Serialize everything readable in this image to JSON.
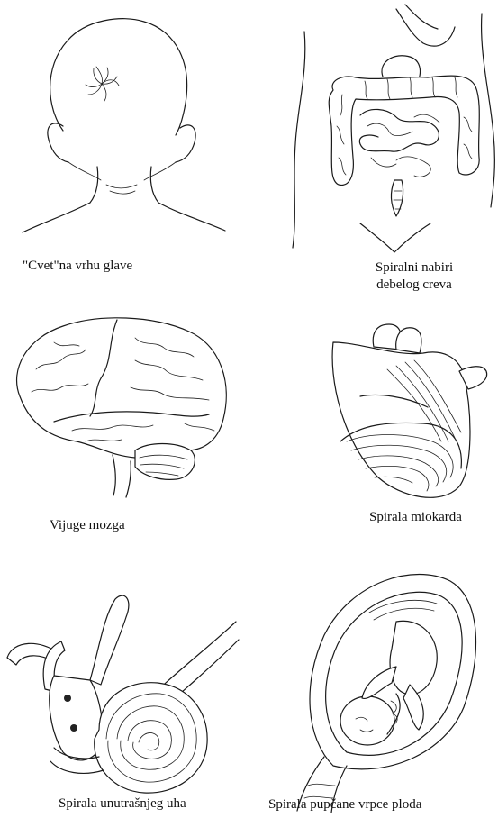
{
  "figures": [
    {
      "id": "head",
      "caption": "\"Cvet\"na vrhu glave"
    },
    {
      "id": "colon",
      "caption_lines": [
        "Spiralni nabiri",
        "debelog creva"
      ]
    },
    {
      "id": "brain",
      "caption": "Vijuge mozga"
    },
    {
      "id": "heart",
      "caption": "Spirala miokarda"
    },
    {
      "id": "ear",
      "caption": "Spirala unutrašnjeg uha"
    },
    {
      "id": "fetus",
      "caption": "Spirala pupčane vrpce ploda"
    }
  ]
}
